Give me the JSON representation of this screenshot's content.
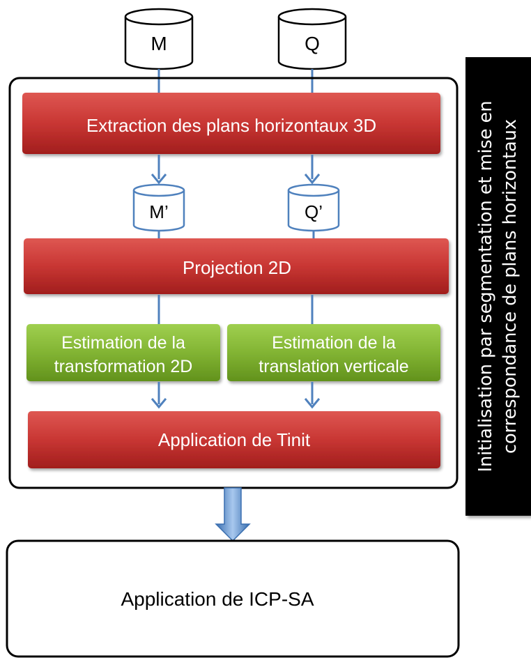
{
  "databases": {
    "m": "M",
    "q": "Q",
    "m_prime": "M’",
    "q_prime": "Q’"
  },
  "steps": {
    "extraction": "Extraction des plans horizontaux 3D",
    "projection": "Projection 2D",
    "estimation_2d": [
      "Estimation de la",
      "transformation 2D"
    ],
    "estimation_vertical": [
      "Estimation de la",
      "translation verticale"
    ],
    "application_tinit": "Application de Tinit"
  },
  "final_step": "Application de ICP-SA",
  "side_label": [
    "Initialisation par segmentation et mise en",
    "correspondance de plans horizontaux"
  ],
  "colors": {
    "red_box": "#c0312f",
    "green_box": "#7fb02f",
    "arrow": "#4f81bd",
    "db_outline": "#4f81bd"
  }
}
